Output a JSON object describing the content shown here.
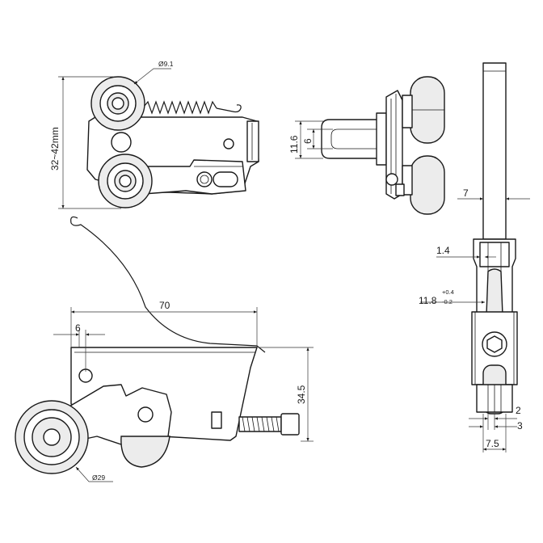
{
  "dimensions": {
    "roller_diameter_top": "Ø9.1",
    "height_range": "32~42mm",
    "slot_width": "11.6",
    "slot_inner": "6",
    "side_width": "7",
    "offset": "1.4",
    "groove_value": "11.8",
    "groove_tol_upper": "+0.4",
    "groove_tol_lower": "-0.2",
    "length": "70",
    "hole_offset": "6",
    "height": "34.5",
    "wheel_diameter": "Ø29",
    "bottom_a": "2",
    "bottom_b": "3",
    "bottom_width": "7.5"
  }
}
